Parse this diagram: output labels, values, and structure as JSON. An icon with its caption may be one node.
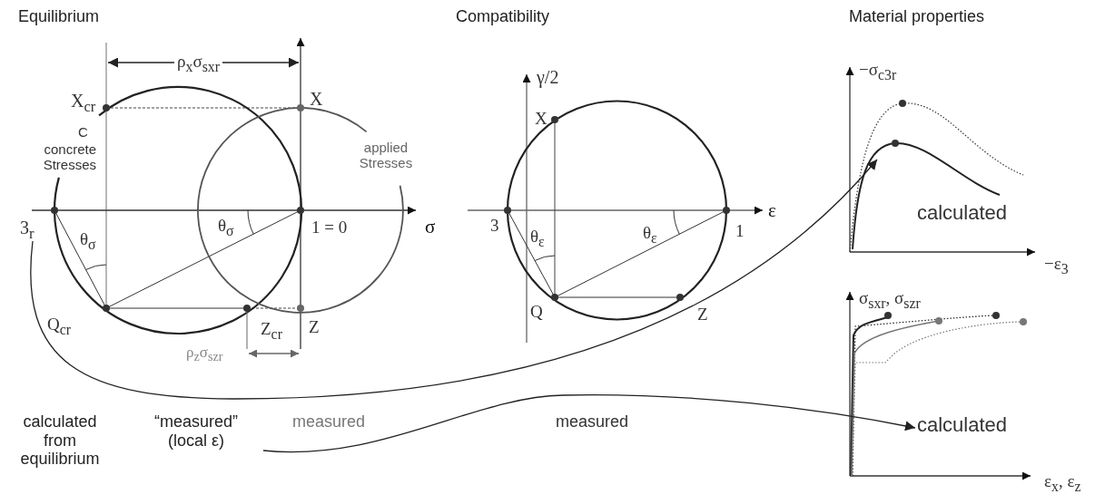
{
  "diagram": {
    "nodes": [
      {
        "text": [
          "3$_{r}$"
        ]
      },
      {
        "text": [],
        "shape": "curve"
      },
      {
        "text": [
          "“measured” (local ε)"
        ]
      },
      {
        "text": [
          "calculated"
        ]
      }
    ],
    "edges": [
      {
        "from": 0,
        "to": 1,
        "arrow": "to"
      },
      {
        "from": 2,
        "to": 3,
        "arrow": "to"
      }
    ],
    "labels": [
      "Equilibrium",
      "Compatibility",
      "Material properties",
      "ρ$_{x}$σ$_{sxr}$",
      "X$_{cr}$",
      "X",
      "C",
      "concrete Stresses",
      "applied Stresses",
      "σ",
      "θ$_{σ}$",
      "1 = 0",
      "θ$_{σ}$",
      "Q$_{cr}$",
      "Z$_{cr}$",
      "Z",
      "ρ$_{z}$σ$_{szr}$",
      "γ/2",
      "X",
      "3",
      "θ$_{ε}$",
      "θ$_{ε}$",
      "1",
      "ε",
      "Q",
      "Z",
      "−σ$_{c3r}$",
      "calculated",
      "−ε$_{3}$",
      "σ$_{sxr}$, σ$_{szr}$",
      "ε$_{x}$, ε$_{z}$",
      "calculated from equilibrium",
      "measured",
      "measured"
    ]
  }
}
